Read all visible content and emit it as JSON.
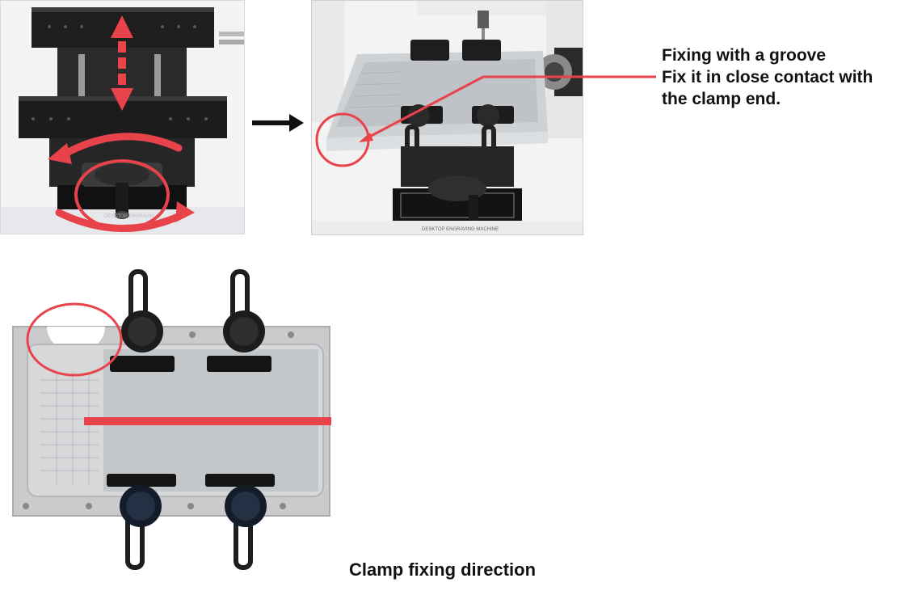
{
  "annotation": {
    "line1": "Fixing with a groove",
    "line2": "Fix it in close contact with",
    "line3": "the clamp end."
  },
  "caption": "Clamp fixing direction",
  "machine_label": "DESKTOP ENGRAVING MACHINE",
  "colors": {
    "annotation_red": "#e8434a",
    "machine_black": "#1c1c1c",
    "aluminum": "#c9cbcd",
    "panel_bg": "#f4f4f4"
  },
  "icons": [
    "arrow-right-icon",
    "vertical-move-arrow-icon",
    "rotate-arrow-icon",
    "fixing-direction-arrow-icon",
    "highlight-circle-icon"
  ]
}
